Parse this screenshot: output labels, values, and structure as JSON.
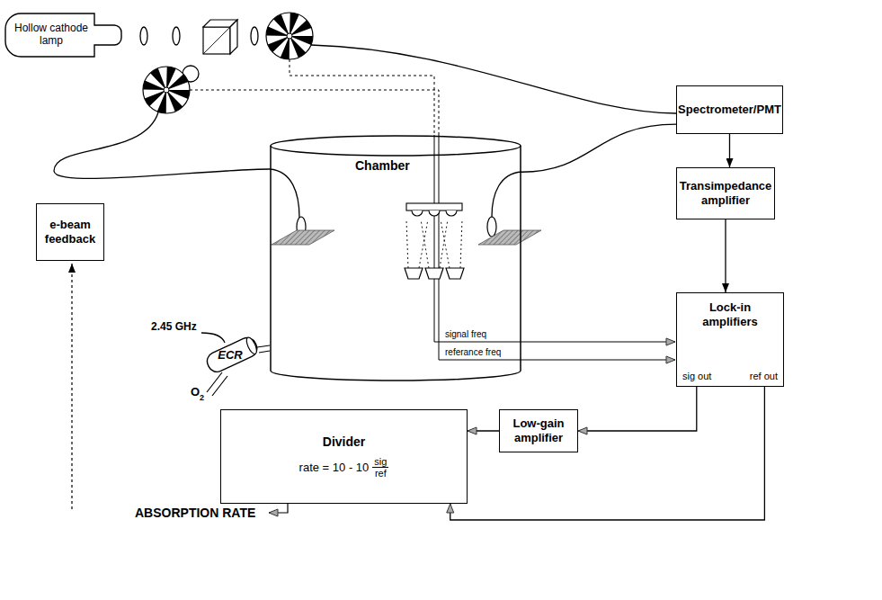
{
  "diagram": {
    "nodes": [
      {
        "text": [
          "Hollow cathode lamp"
        ]
      },
      {
        "text": [
          "Spectrometer/PMT"
        ]
      },
      {
        "text": [
          "Chamber"
        ]
      },
      {
        "text": [
          "ECR"
        ]
      },
      {
        "text": [
          "Transimpedance amplifier"
        ]
      },
      {
        "text": [
          "e-beam feedback"
        ]
      },
      {
        "text": [
          "Lock-in amplifiers",
          "sig out",
          "ref out"
        ]
      },
      {
        "text": [
          "Divider",
          "rate = 10 - 10",
          "sig",
          "ref"
        ]
      },
      {
        "text": [
          "Low-gain amplifier"
        ]
      }
    ],
    "edges": [
      {
        "from": 1,
        "to": 4,
        "arrow": "to"
      },
      {
        "from": 4,
        "to": 6,
        "arrow": "to"
      },
      {
        "from": 6,
        "to": 8,
        "arrow": "to"
      },
      {
        "from": 8,
        "to": 7,
        "arrow": "to"
      },
      {
        "from": 6,
        "to": 7,
        "arrow": "to"
      },
      {
        "from": 2,
        "to": 1,
        "arrow": "none"
      }
    ],
    "labels": [
      "2.45 GHz",
      "O",
      "2",
      "signal freq",
      "referance freq",
      "ABSORPTION RATE"
    ]
  }
}
